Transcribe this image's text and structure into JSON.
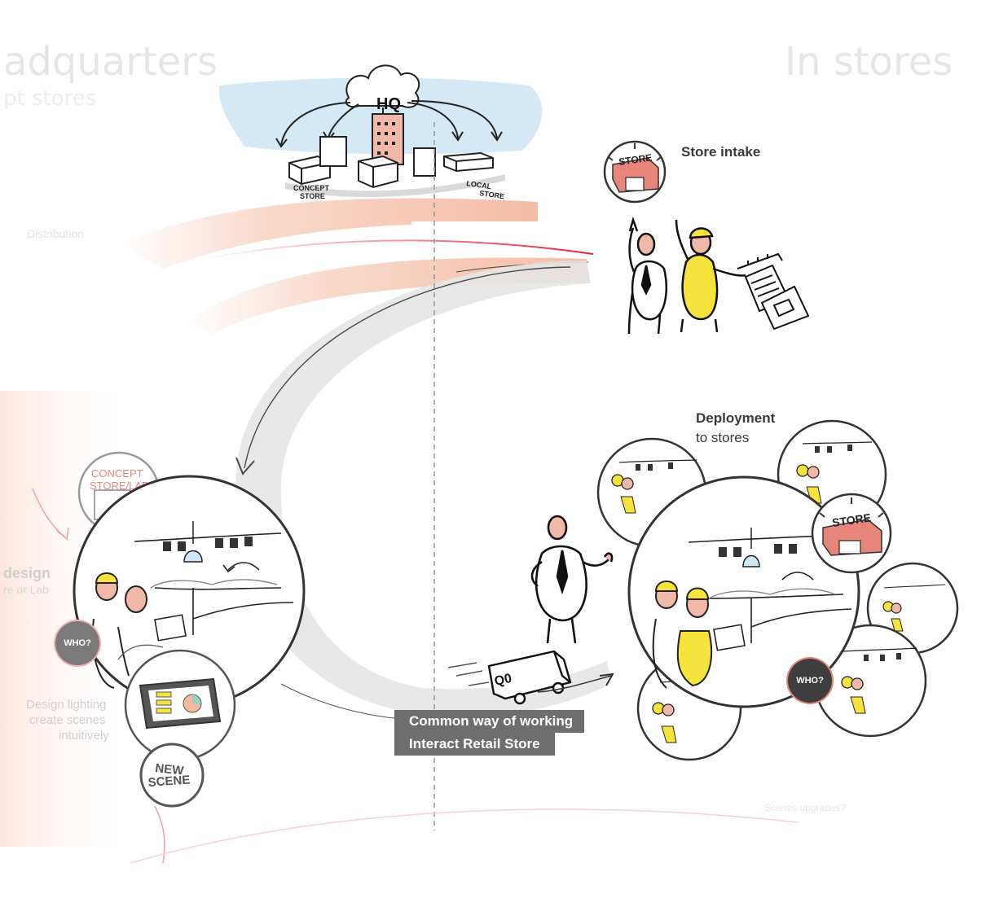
{
  "headings": {
    "left": "adquarters",
    "left_sub": "pt stores",
    "right": "In stores"
  },
  "hq_sketch": {
    "hq_sign": "HQ",
    "concept_store": [
      "CONCEPT",
      "STORE"
    ],
    "local_store": [
      "LOCAL",
      "STORE"
    ]
  },
  "store_intake": {
    "title": "Store intake",
    "icon_text": "STORE"
  },
  "deployment": {
    "title": "Deployment",
    "subtitle": "to stores",
    "icon_text": "STORE"
  },
  "faded_left": {
    "distribution": "Distribution",
    "design_title": "design",
    "design_sub": "re or Lab",
    "lighting_lines": [
      "Design lighting",
      "create scenes",
      "intuitively"
    ],
    "bottom_right": "Scenes upgrades?"
  },
  "concept_lab": {
    "line1": "CONCEPT",
    "line2": "STORE/LAB"
  },
  "new_scene": {
    "line1": "NEW",
    "line2": "SCENE"
  },
  "who_left": "WHO?",
  "who_right": "WHO?",
  "banner": {
    "line1": "Common way of working",
    "line2": "Interact Retail Store"
  },
  "van_text": "Q0",
  "colors": {
    "salmon": "#f4b9a0",
    "red_line": "#e8213a",
    "sky": "#cfe6f5",
    "yellow": "#f6e43c",
    "dark_circle": "#3e3e3e",
    "gray_circle": "#7a7a7a"
  }
}
